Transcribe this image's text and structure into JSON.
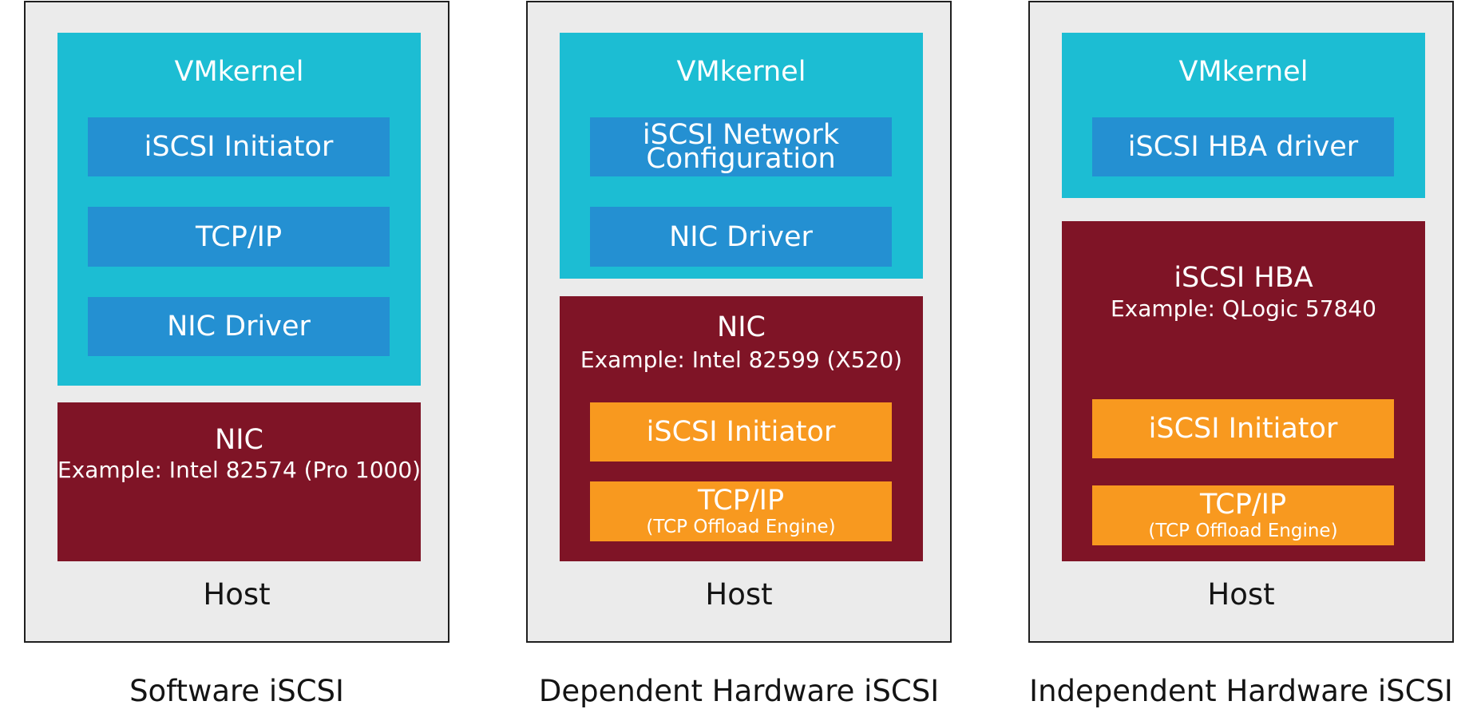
{
  "columns": [
    {
      "caption": "Software iSCSI",
      "host_label": "Host",
      "vmkernel": {
        "title": "VMkernel",
        "items": [
          "iSCSI Initiator",
          "TCP/IP",
          "NIC Driver"
        ]
      },
      "hardware": {
        "title": "NIC",
        "example": "Example: Intel 82574 (Pro 1000)"
      }
    },
    {
      "caption": "Dependent Hardware iSCSI",
      "host_label": "Host",
      "vmkernel": {
        "title": "VMkernel",
        "items": [
          {
            "line1": "iSCSI Network",
            "line2": "Configuration"
          },
          "NIC Driver"
        ]
      },
      "hardware": {
        "title": "NIC",
        "example": "Example: Intel 82599 (X520)",
        "items": [
          "iSCSI Initiator",
          {
            "line1": "TCP/IP",
            "line2": "(TCP Offload Engine)"
          }
        ]
      }
    },
    {
      "caption": "Independent Hardware iSCSI",
      "host_label": "Host",
      "vmkernel": {
        "title": "VMkernel",
        "items": [
          "iSCSI HBA driver"
        ]
      },
      "hardware": {
        "title": "iSCSI HBA",
        "example": "Example: QLogic 57840",
        "items": [
          "iSCSI Initiator",
          {
            "line1": "TCP/IP",
            "line2": "(TCP Offload Engine)"
          }
        ]
      }
    }
  ],
  "colors": {
    "host_background": "#ebebeb",
    "vmkernel": "#1cbdd3",
    "software_component": "#2490d2",
    "hardware": "#7f1426",
    "hardware_component": "#f8991f"
  }
}
